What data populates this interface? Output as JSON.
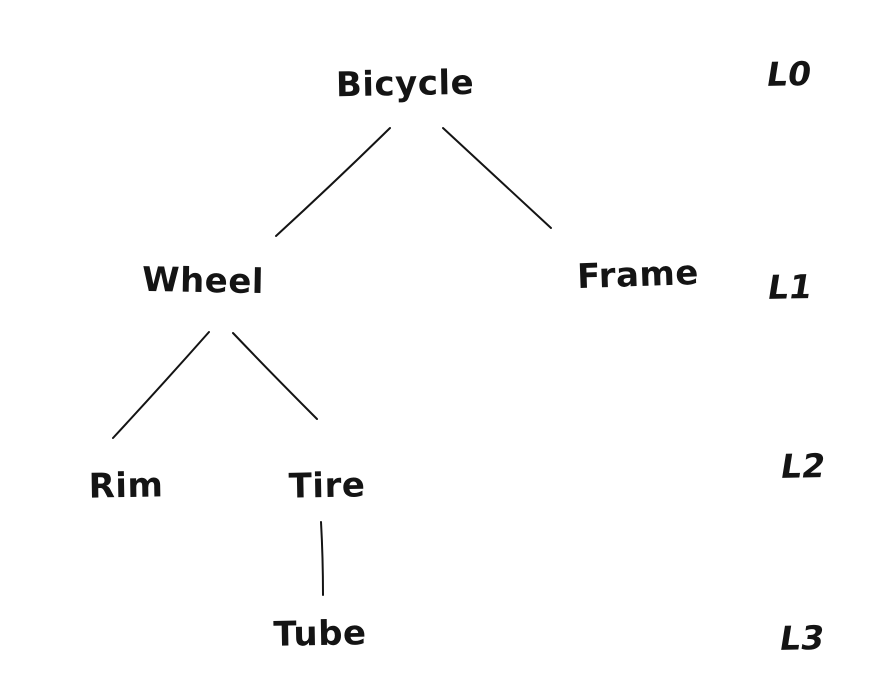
{
  "diagram": {
    "type": "tree",
    "root": "Bicycle",
    "nodes": [
      {
        "id": "bicycle",
        "label": "Bicycle",
        "level": "L0",
        "parent": null
      },
      {
        "id": "wheel",
        "label": "Wheel",
        "level": "L1",
        "parent": "Bicycle"
      },
      {
        "id": "frame",
        "label": "Frame",
        "level": "L1",
        "parent": "Bicycle"
      },
      {
        "id": "rim",
        "label": "Rim",
        "level": "L2",
        "parent": "Wheel"
      },
      {
        "id": "tire",
        "label": "Tire",
        "level": "L2",
        "parent": "Wheel"
      },
      {
        "id": "tube",
        "label": "Tube",
        "level": "L3",
        "parent": "Tire"
      }
    ],
    "edges": [
      {
        "from": "Bicycle",
        "to": "Wheel"
      },
      {
        "from": "Bicycle",
        "to": "Frame"
      },
      {
        "from": "Wheel",
        "to": "Rim"
      },
      {
        "from": "Wheel",
        "to": "Tire"
      },
      {
        "from": "Tire",
        "to": "Tube"
      }
    ],
    "level_labels": [
      {
        "label": "L0"
      },
      {
        "label": "L1"
      },
      {
        "label": "L2"
      },
      {
        "label": "L3"
      }
    ],
    "style": {
      "ink_color": "#141414",
      "background_color": "#ffffff"
    }
  }
}
